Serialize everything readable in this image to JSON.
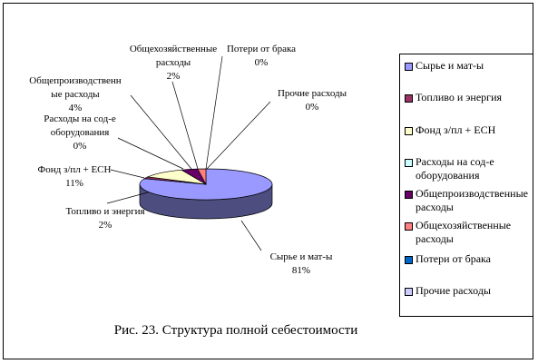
{
  "chart_data": {
    "type": "pie",
    "title": "Рис. 23. Структура полной себестоимости",
    "slices": [
      {
        "name": "Сырье и мат-ы",
        "value": 81,
        "label": "Сырье и мат-ы",
        "pct": "81%",
        "color": "#9999ff"
      },
      {
        "name": "Топливо и энергия",
        "value": 2,
        "label": "Топливо и энергия",
        "pct": "2%",
        "color": "#993366"
      },
      {
        "name": "Фонд з/пл + ЕСН",
        "value": 11,
        "label": "Фонд з/пл + ЕСН",
        "pct": "11%",
        "color": "#ffffcc"
      },
      {
        "name": "Расходы на сод-е оборудования",
        "value": 0,
        "label": "Расходы на сод-е\nоборудования",
        "pct": "0%",
        "color": "#ccffff"
      },
      {
        "name": "Общепроизводственные расходы",
        "value": 4,
        "label": "Общепроизводственн\nые расходы",
        "pct": "4%",
        "color": "#660066"
      },
      {
        "name": "Общехозяйственные расходы",
        "value": 2,
        "label": "Общехозяйственные\nрасходы",
        "pct": "2%",
        "color": "#ff8080"
      },
      {
        "name": "Потери от брака",
        "value": 0,
        "label": "Потери от брака",
        "pct": "0%",
        "color": "#0066cc"
      },
      {
        "name": "Прочие расходы",
        "value": 0,
        "label": "Прочие расходы",
        "pct": "0%",
        "color": "#ccccff"
      }
    ],
    "legend": {
      "placement": "right",
      "items": [
        {
          "text": "Сырье и мат-ы",
          "color": "#9999ff"
        },
        {
          "text": "Топливо и энергия",
          "color": "#993366"
        },
        {
          "text": "Фонд з/пл + ЕСН",
          "color": "#ffffcc"
        },
        {
          "text": "Расходы на сод-е оборудования",
          "color": "#ccffff"
        },
        {
          "text": "Общепроизводственные расходы",
          "color": "#660066"
        },
        {
          "text": "Общехозяйственные расходы",
          "color": "#ff8080"
        },
        {
          "text": "Потери от брака",
          "color": "#0066cc"
        },
        {
          "text": "Прочие расходы",
          "color": "#ccccff"
        }
      ]
    }
  }
}
